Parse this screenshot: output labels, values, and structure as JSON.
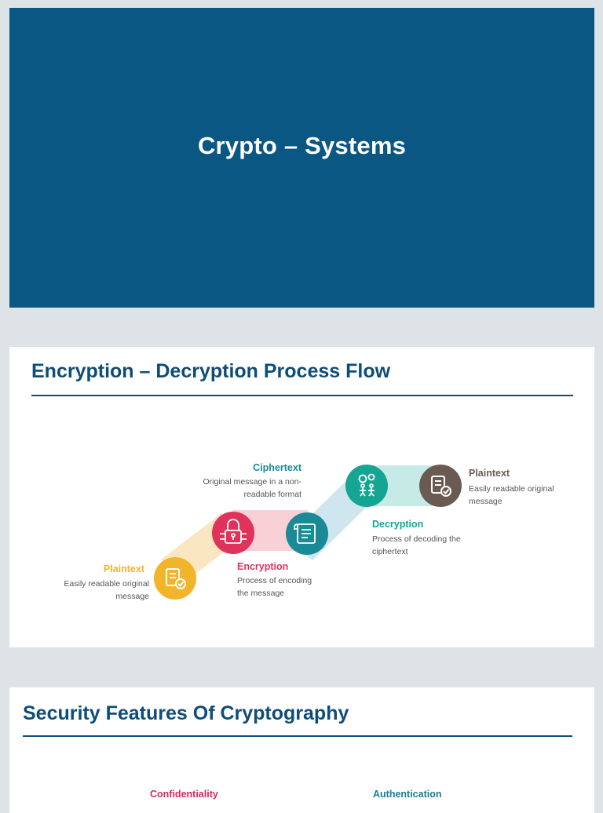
{
  "slides": [
    {
      "title": "Crypto – Systems"
    },
    {
      "title": "Encryption – Decryption Process Flow",
      "steps": [
        {
          "label": "Plaintext",
          "desc": "Easily readable original message",
          "color": "#f2b42a",
          "icon": "document-check-icon"
        },
        {
          "label": "Encryption",
          "desc": "Process of encoding the message",
          "color": "#e0335c",
          "icon": "padlock-circuit-icon"
        },
        {
          "label": "Ciphertext",
          "desc": "Original message in a non-readable format",
          "color": "#1a8a96",
          "icon": "scroll-document-icon"
        },
        {
          "label": "Decryption",
          "desc": "Process of decoding the ciphertext",
          "color": "#17a593",
          "icon": "gears-people-icon"
        },
        {
          "label": "Plaintext",
          "desc": "Easily readable original message",
          "color": "#6b5a52",
          "icon": "document-check-icon"
        }
      ]
    },
    {
      "title": "Security Features Of Cryptography",
      "features": [
        {
          "label": "Confidentiality",
          "color": "#d42a5a"
        },
        {
          "label": "Authentication",
          "color": "#167f94"
        }
      ]
    }
  ],
  "colors": {
    "navy": "#0b5784",
    "heading": "#0e4d78",
    "background": "#dde3e6"
  }
}
